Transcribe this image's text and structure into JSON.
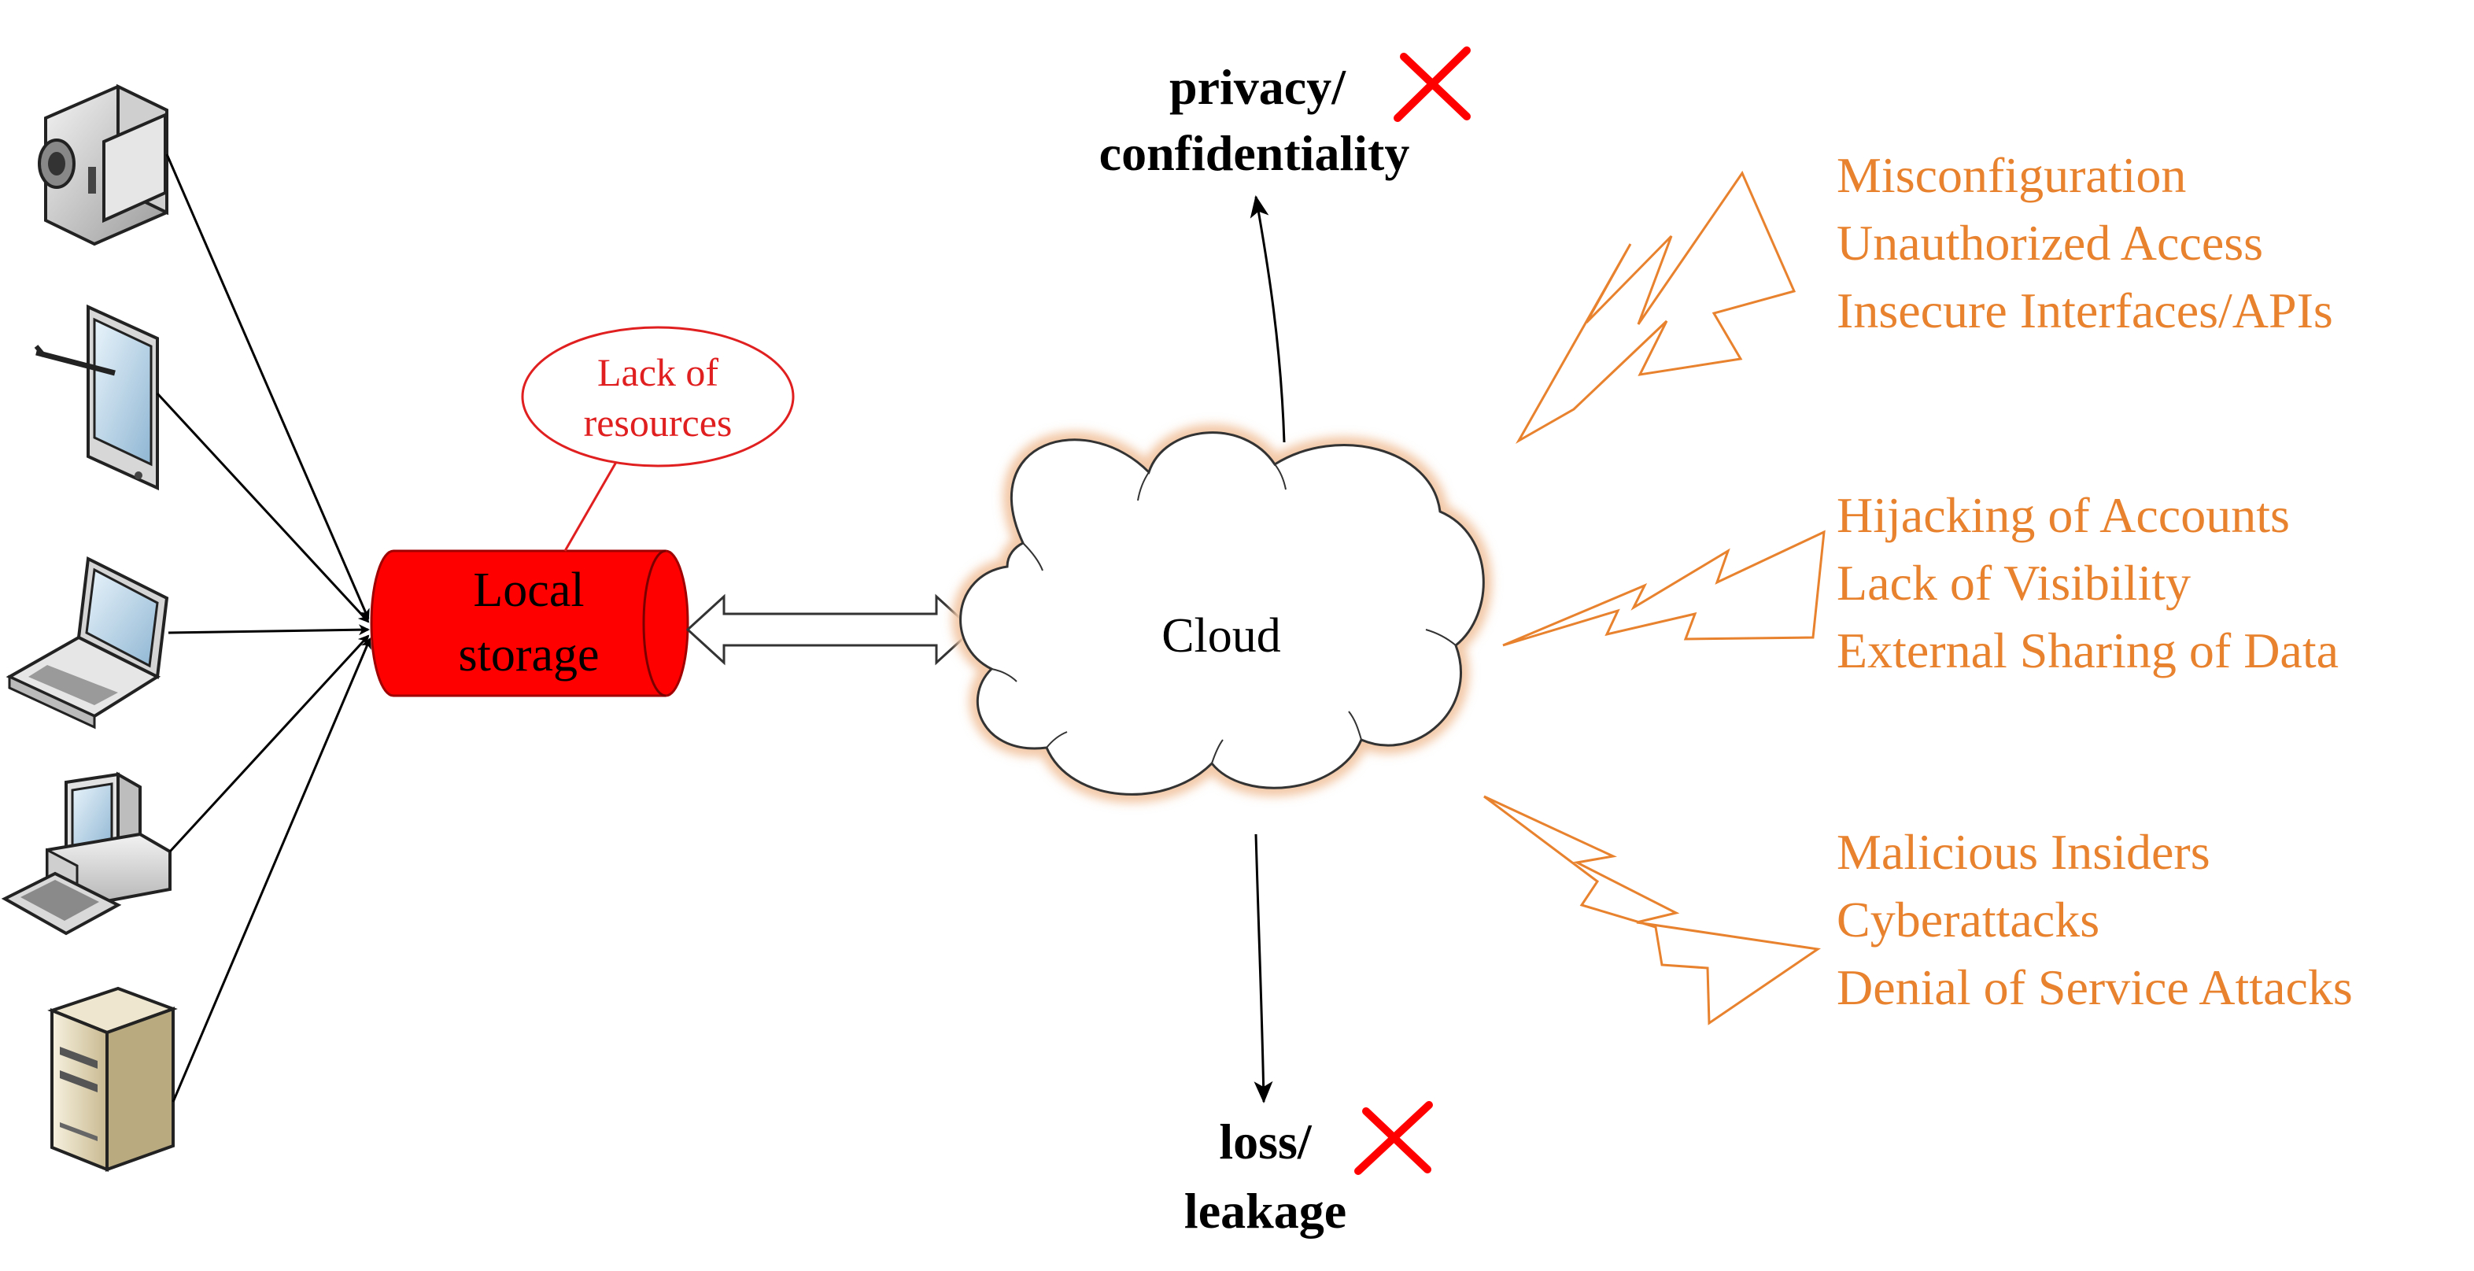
{
  "colors": {
    "threat": "#e8822e",
    "storage": "#ff0000",
    "callout": "#e02020",
    "cross": "#ff0000",
    "line": "#000000",
    "cloud_glow": "#f3c9a8"
  },
  "storage": {
    "line1": "Local",
    "line2": "storage"
  },
  "callout": {
    "line1": "Lack of",
    "line2": "resources"
  },
  "cloud": {
    "label": "Cloud"
  },
  "privacy": {
    "line1": "privacy/",
    "line2": "confidentiality"
  },
  "loss": {
    "line1": "loss/",
    "line2": "leakage"
  },
  "threat_groups": [
    {
      "items": [
        "Misconfiguration",
        "Unauthorized Access",
        "Insecure Interfaces/APIs"
      ]
    },
    {
      "items": [
        "Hijacking of Accounts",
        "Lack of Visibility",
        "External Sharing of Data"
      ]
    },
    {
      "items": [
        "Malicious Insiders",
        "Cyberattacks",
        "Denial of Service Attacks"
      ]
    }
  ],
  "devices": [
    {
      "icon": "video-camera-icon"
    },
    {
      "icon": "tablet-icon"
    },
    {
      "icon": "laptop-icon"
    },
    {
      "icon": "desktop-computer-icon"
    },
    {
      "icon": "server-tower-icon"
    }
  ]
}
